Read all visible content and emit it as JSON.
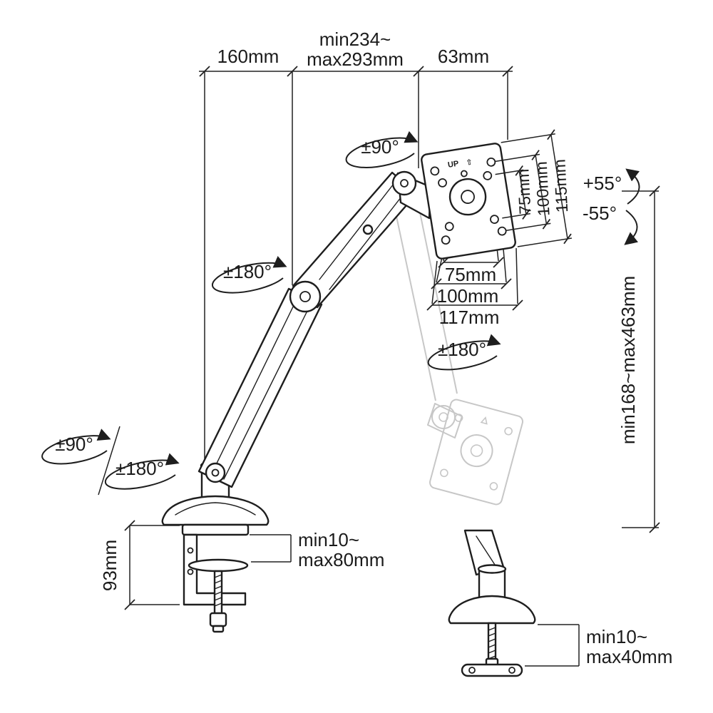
{
  "top_dims": {
    "d160": "160mm",
    "d234_line1": "min234~",
    "d234_line2": "max293mm",
    "d63": "63mm"
  },
  "rotations": {
    "upper_joint": "±90°",
    "mid_joint": "±180°",
    "base_tilt": "±90°",
    "base_swivel": "±180°",
    "vesa_rotation": "±180°",
    "tilt_up": "+55°",
    "tilt_down": "-55°"
  },
  "vesa": {
    "up": "UP",
    "up_arrow": "⇧",
    "side_dims": [
      "75mm",
      "100mm",
      "115mm"
    ],
    "bottom_dims": [
      "75mm",
      "100mm",
      "117mm"
    ]
  },
  "height_range": "min168~max463mm",
  "clamp": {
    "height": "93mm",
    "range_line1": "min10~",
    "range_line2": "max80mm"
  },
  "grommet": {
    "range_line1": "min10~",
    "range_line2": "max40mm"
  }
}
